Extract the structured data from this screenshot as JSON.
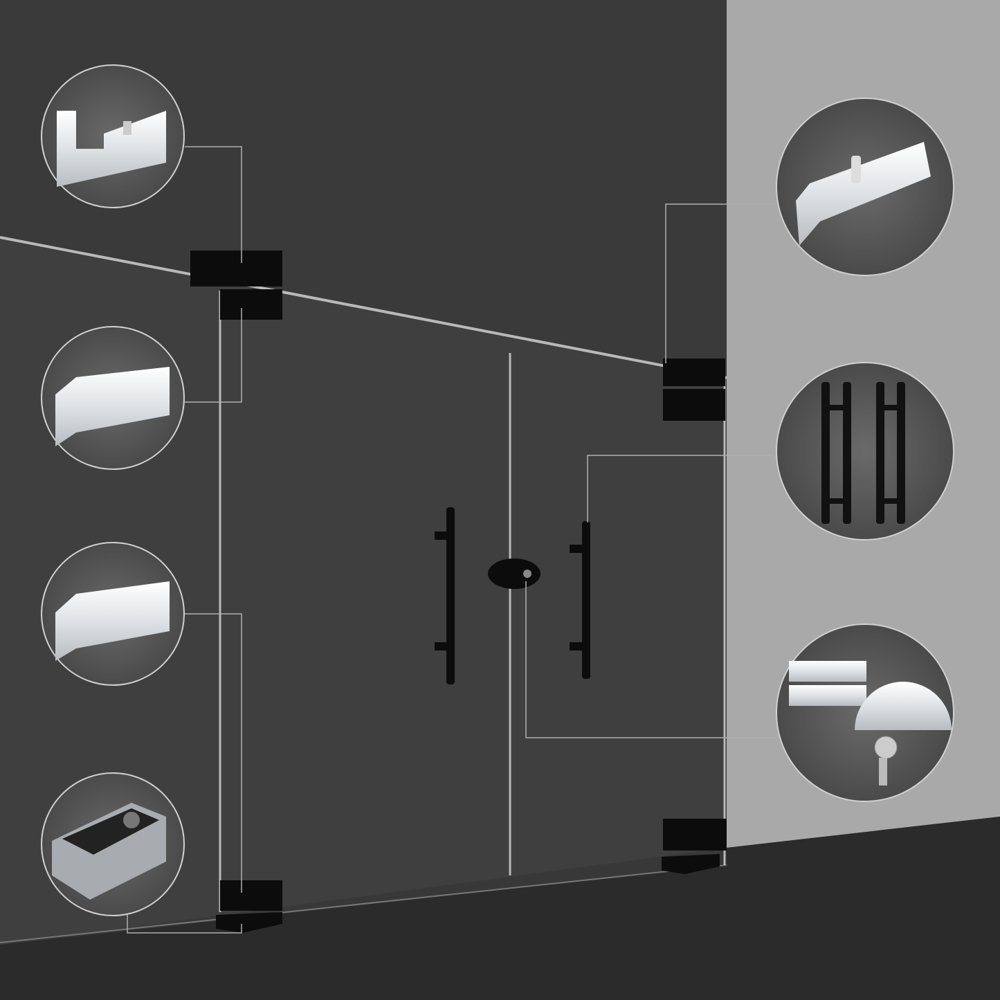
{
  "colors": {
    "background_wall": "#3b3a3a",
    "side_wall": "#a9a9a9",
    "floor": "#2b2b2b",
    "glass_edge": "#b9b9b9",
    "hardware": "#0c0c0c",
    "callout_line": "#b0b0b0",
    "circle_bg": "#5a5a5a",
    "circle_border": "#cfcfcf",
    "chrome": "#e6e8ea"
  },
  "callouts": [
    {
      "icon": "top-corner-patch-fitting-icon",
      "side": "left"
    },
    {
      "icon": "top-patch-fitting-icon",
      "side": "left"
    },
    {
      "icon": "bottom-patch-fitting-icon",
      "side": "left"
    },
    {
      "icon": "floor-spring-icon",
      "side": "left"
    },
    {
      "icon": "top-pivot-patch-icon",
      "side": "right"
    },
    {
      "icon": "pull-handle-icon",
      "side": "right"
    },
    {
      "icon": "glass-door-lock-icon",
      "side": "right"
    }
  ]
}
